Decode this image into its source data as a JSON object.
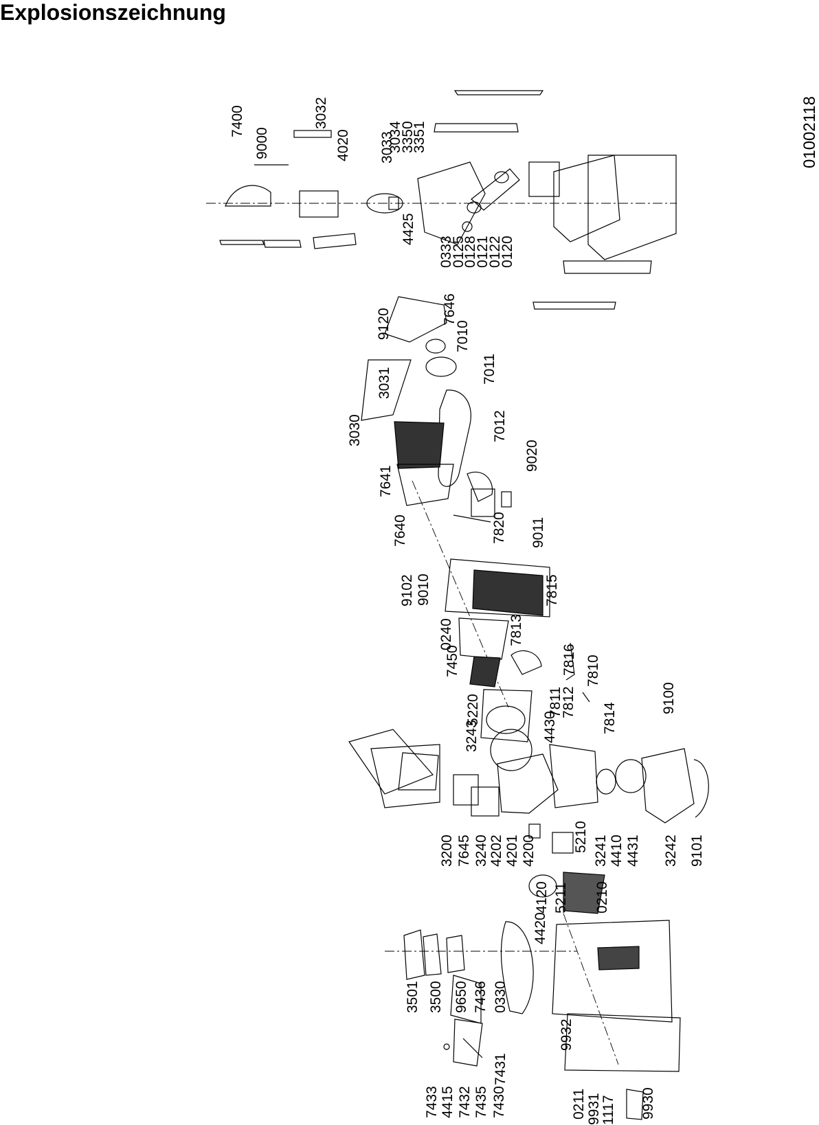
{
  "title": "Explosionszeichnung",
  "drawing_number": "01002118",
  "parts": {
    "upper": [
      "7400",
      "9000",
      "3032",
      "4020",
      "3033",
      "3034",
      "3350",
      "3351",
      "4425",
      "0333",
      "0125",
      "0128",
      "0121",
      "0122",
      "0120"
    ],
    "middle": [
      "9120",
      "7646",
      "7010",
      "3031",
      "7011",
      "3030",
      "7641",
      "7012",
      "9020",
      "7640",
      "9011",
      "7820",
      "9102",
      "9010",
      "7815",
      "0240",
      "7813",
      "7450",
      "7816",
      "5220",
      "7811",
      "7810",
      "7812",
      "3243",
      "7814",
      "4430",
      "9100"
    ],
    "lower": [
      "3200",
      "7645",
      "3240",
      "4202",
      "4201",
      "4200",
      "5210",
      "3241",
      "4410",
      "4431",
      "3242",
      "9101",
      "3501",
      "3500",
      "9650",
      "7436",
      "0330",
      "4120",
      "5211",
      "0210",
      "4420",
      "7431",
      "7433",
      "4415",
      "7432",
      "7435",
      "7430",
      "9932",
      "0211",
      "9931",
      "1117",
      "9930"
    ]
  }
}
